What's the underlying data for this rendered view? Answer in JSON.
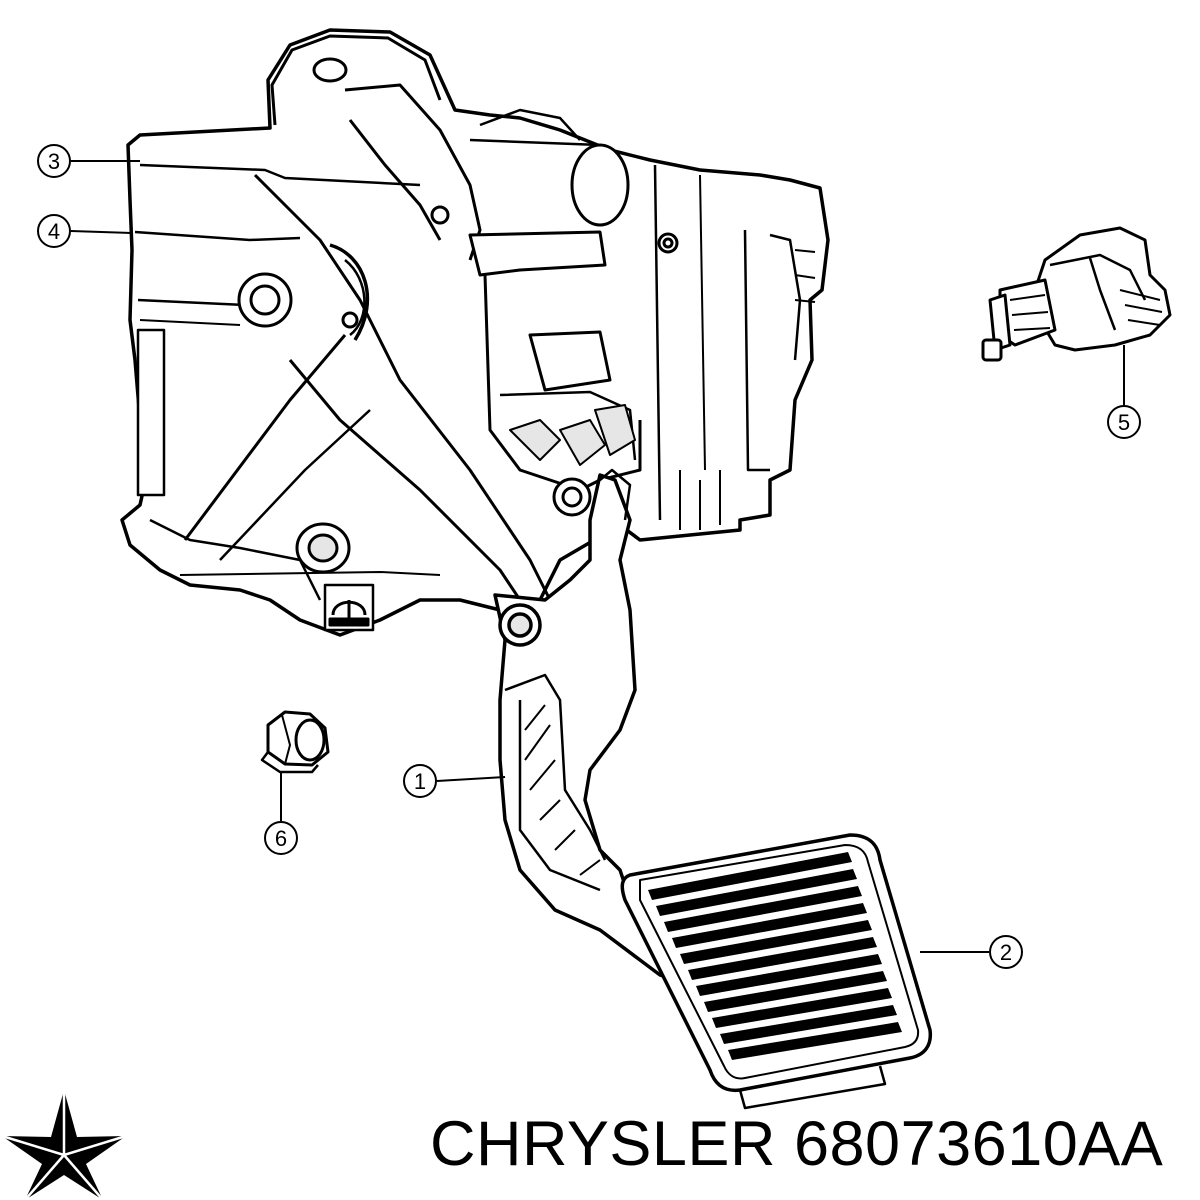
{
  "brand": "CHRYSLER",
  "part_number": "68073610AA",
  "callouts": [
    "1",
    "2",
    "3",
    "4",
    "5",
    "6"
  ],
  "icons": {
    "brand_logo": "chrysler-pentastar-icon",
    "parts": [
      "pedal-arm-icon",
      "pedal-pad-icon",
      "pedal-bracket-icon",
      "pivot-bushing-icon",
      "brake-light-switch-icon",
      "flange-nut-icon"
    ]
  },
  "colors": {
    "line": "#000000",
    "background": "#ffffff",
    "shade": "#e6e6e6"
  }
}
